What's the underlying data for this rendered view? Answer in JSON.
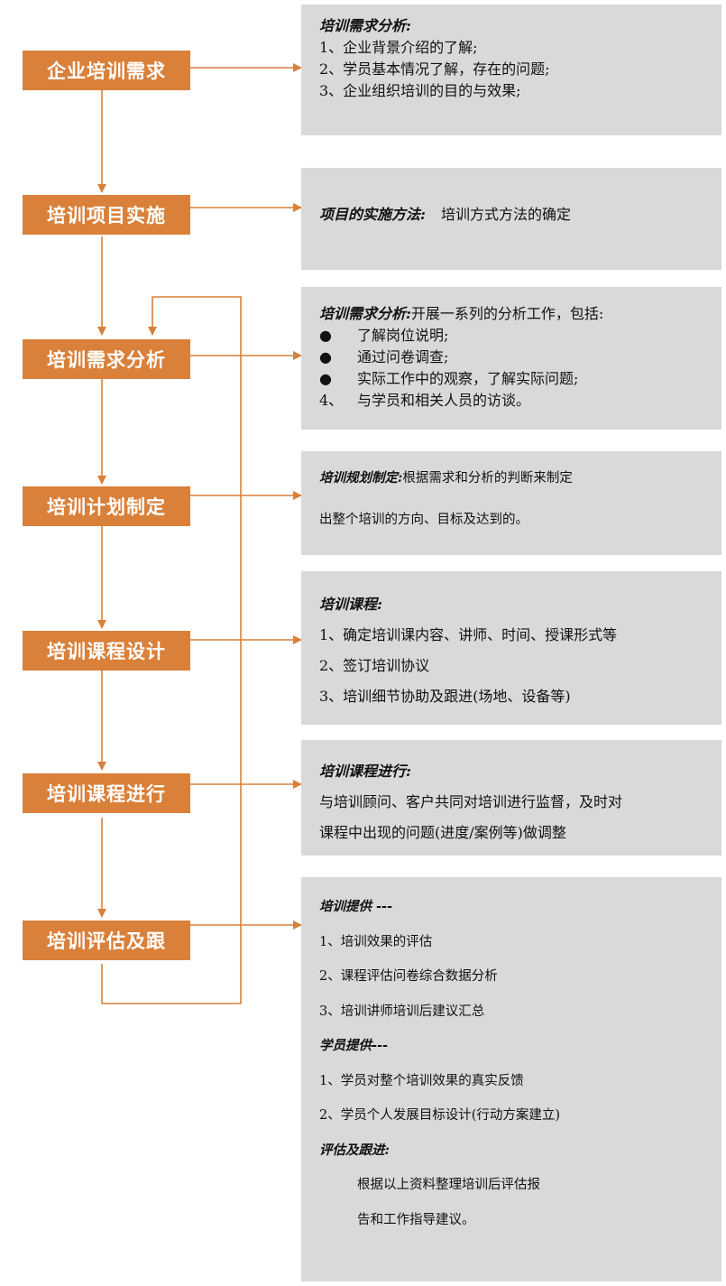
{
  "steps": [
    "企业培训需求",
    "培训项目实施",
    "培训需求分析",
    "培训计划制定",
    "培训课程设计",
    "培训课程进行",
    "培训评估及跟"
  ],
  "panels": {
    "p1": {
      "title": "培训需求分析:",
      "items": [
        "1、企业背景介绍的了解;",
        "2、学员基本情况了解，存在的问题;",
        "3、企业组织培训的目的与效果;"
      ]
    },
    "p2": {
      "title": "项目的实施方法:",
      "text": "培训方式方法的确定"
    },
    "p3": {
      "title": "培训需求分析:",
      "title_rest": "开展一系列的分析工作，包括:",
      "bullets": [
        {
          "marker": "●",
          "text": "了解岗位说明;"
        },
        {
          "marker": "●",
          "text": "通过问卷调查;"
        },
        {
          "marker": "●",
          "text": "实际工作中的观察，了解实际问题;"
        },
        {
          "marker": "4、",
          "text": "与学员和相关人员的访谈。"
        }
      ]
    },
    "p4": {
      "title": "培训规划制定:",
      "title_rest": "根据需求和分析的判断来制定",
      "line2": "出整个培训的方向、目标及达到的。"
    },
    "p5": {
      "title": "培训课程:",
      "items": [
        "1、确定培训课内容、讲师、时间、授课形式等",
        "2、签订培训协议",
        "3、培训细节协助及跟进(场地、设备等)"
      ]
    },
    "p6": {
      "title": "培训课程进行:",
      "lines": [
        "与培训顾问、客户共同对培训进行监督，及时对",
        "课程中出现的问题(进度/案例等)做调整"
      ]
    },
    "p7": {
      "title1": "培训提供 ---",
      "items1": [
        "1、培训效果的评估",
        "2、课程评估问卷综合数据分析",
        "3、培训讲师培训后建议汇总"
      ],
      "title2": "学员提供---",
      "items2": [
        "1、学员对整个培训效果的真实反馈",
        "2、学员个人发展目标设计(行动方案建立)"
      ],
      "title3": "评估及跟进:",
      "lines3": [
        "根据以上资料整理培训后评估报",
        "告和工作指导建议。"
      ]
    }
  },
  "colors": {
    "step_fill": "#d9803a",
    "arrow": "#d9803a",
    "panel_bg": "#d9d9d9"
  }
}
